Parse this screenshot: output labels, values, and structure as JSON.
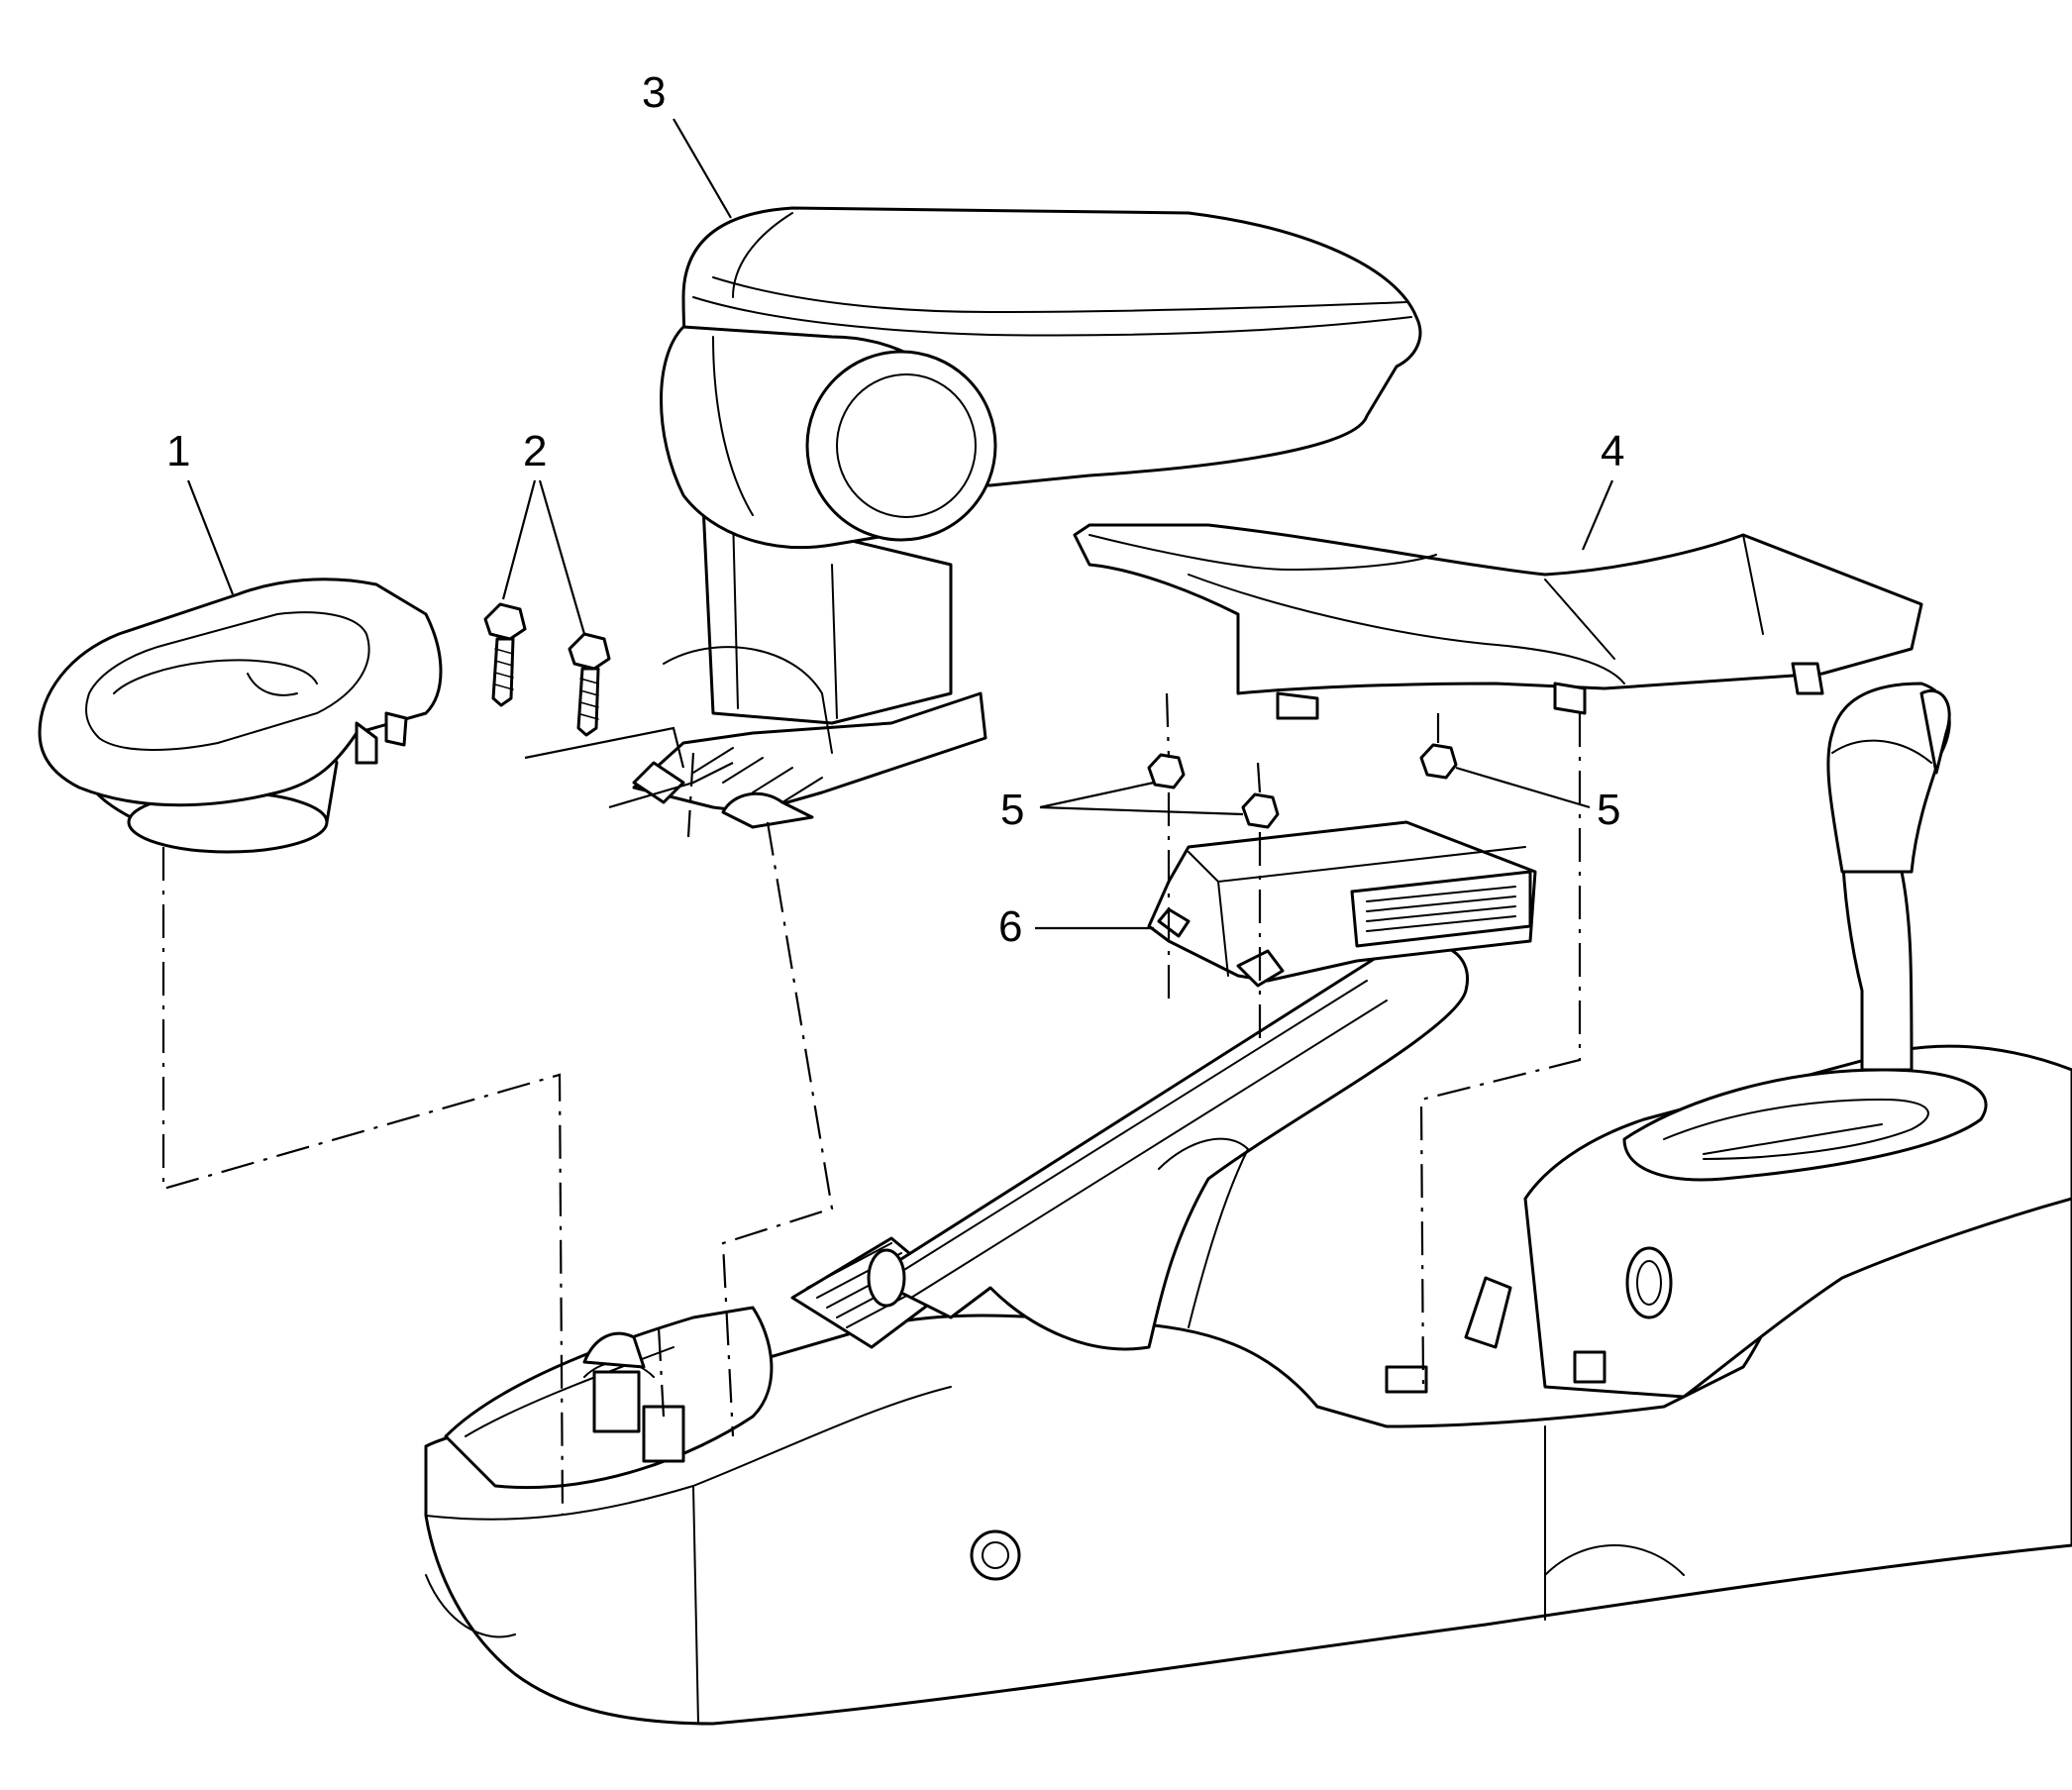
{
  "callouts": {
    "c1": "1",
    "c2": "2",
    "c3": "3",
    "c4": "4",
    "c5a": "5",
    "c5b": "5",
    "c6": "6"
  },
  "parts": [
    {
      "callout": "1",
      "name": "cup-holder"
    },
    {
      "callout": "2",
      "name": "bolt"
    },
    {
      "callout": "3",
      "name": "armrest"
    },
    {
      "callout": "4",
      "name": "console-trim-panel"
    },
    {
      "callout": "5",
      "name": "nut"
    },
    {
      "callout": "6",
      "name": "control-module"
    }
  ],
  "colors": {
    "line": "#000000",
    "background": "#ffffff"
  }
}
